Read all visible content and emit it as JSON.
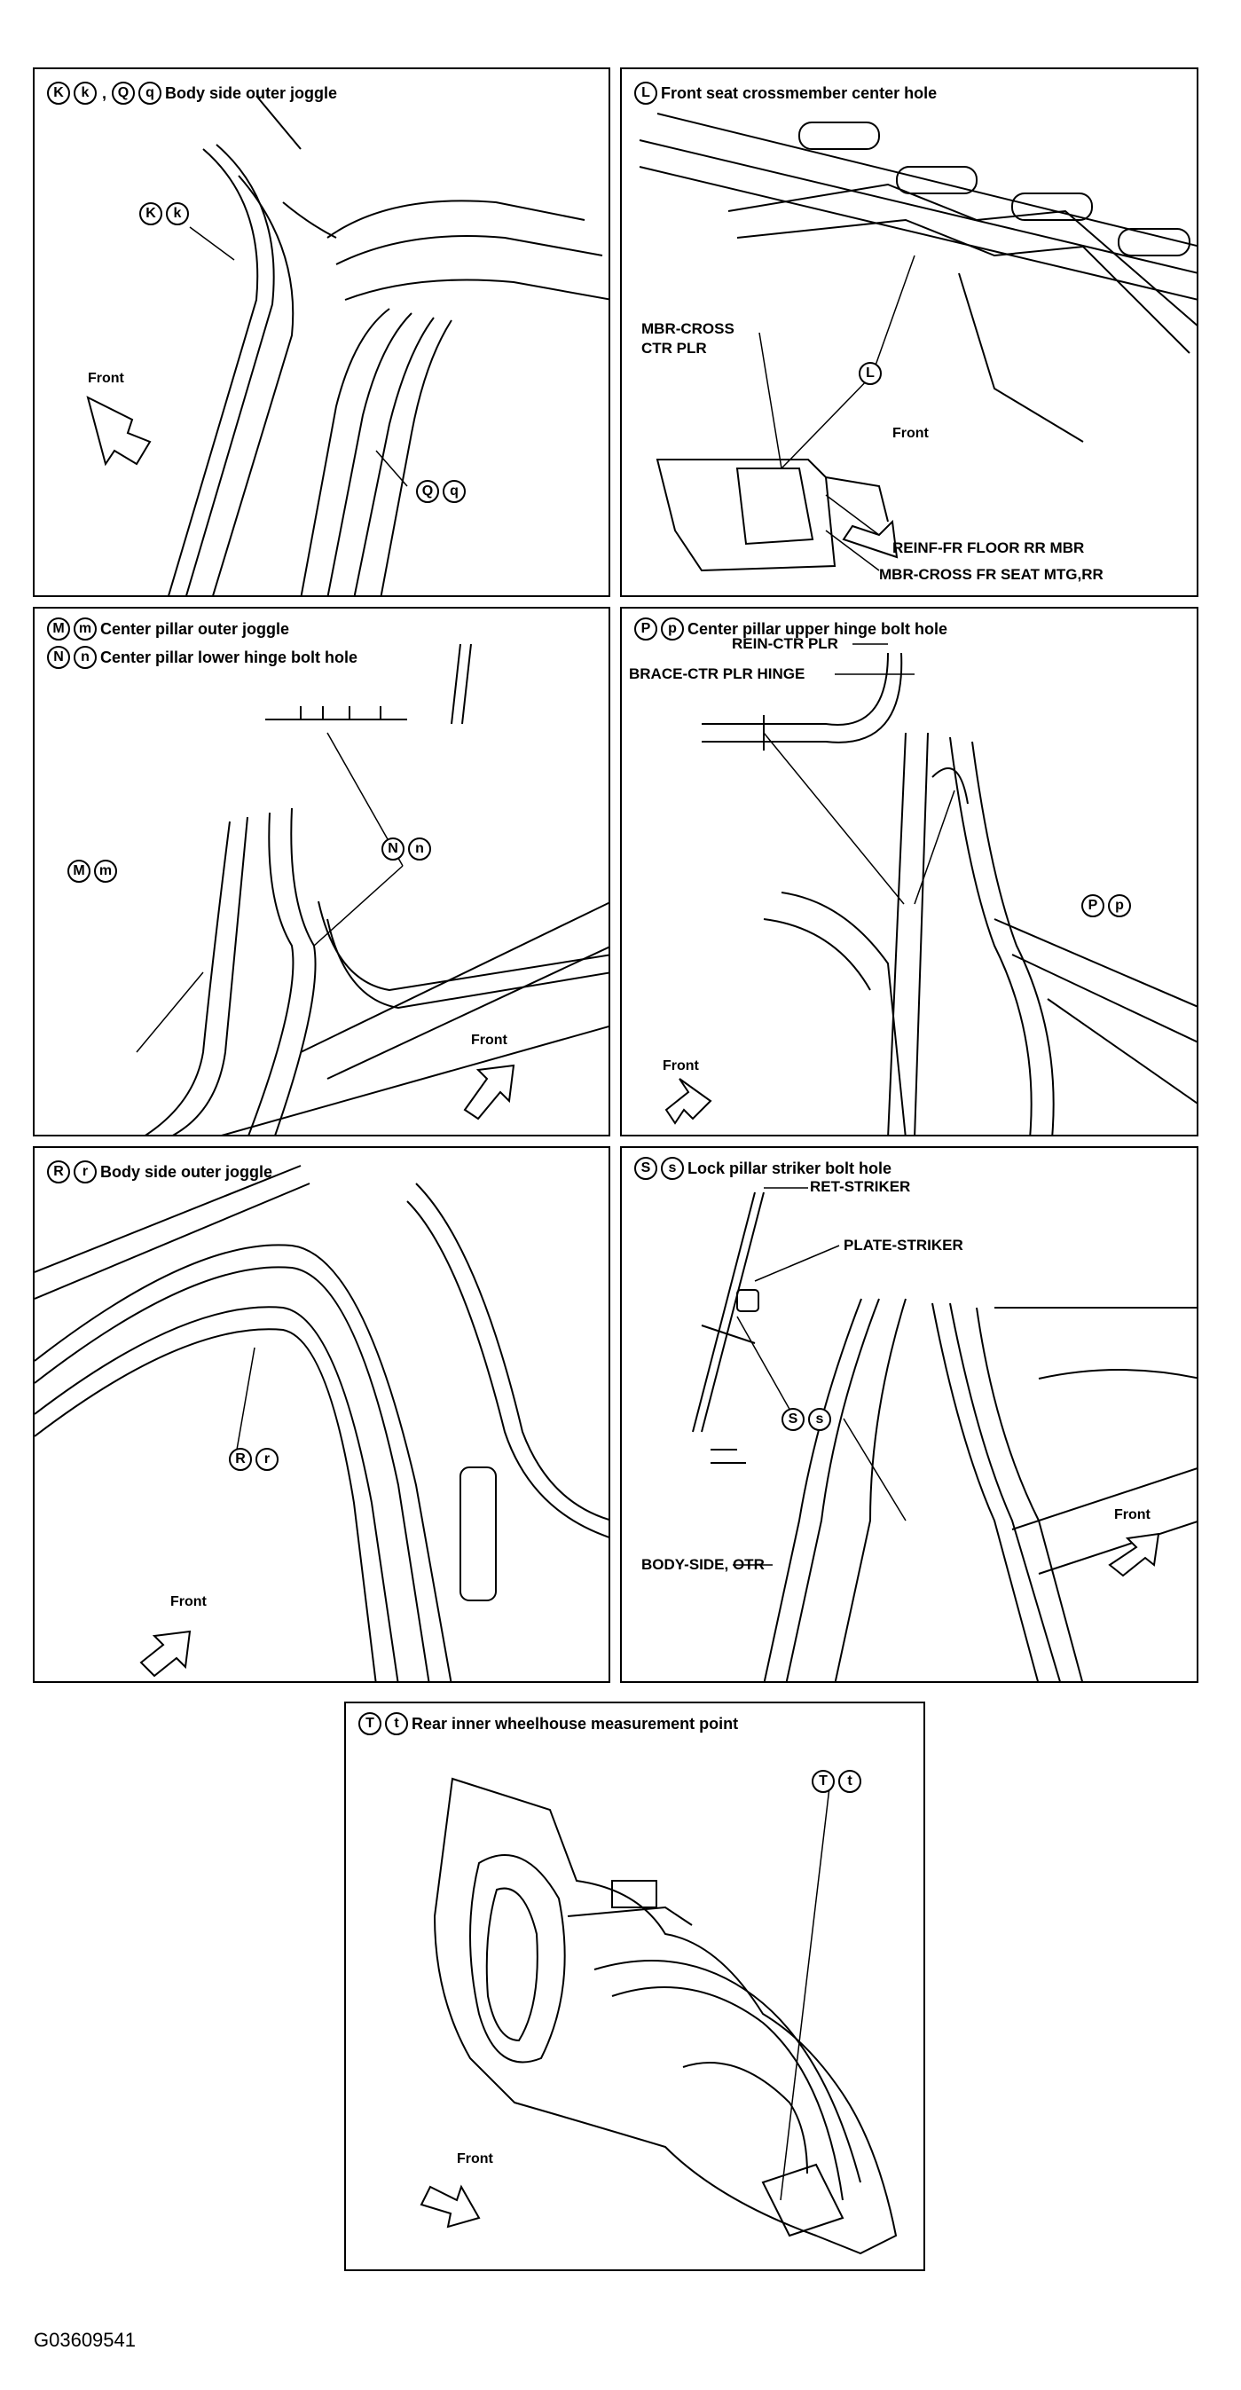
{
  "figure_code": "G03609541",
  "front_label": "Front",
  "panels": {
    "kq": {
      "badges": [
        "K",
        "k",
        "Q",
        "q"
      ],
      "separator": ",",
      "title": "Body side outer joggle",
      "callout_kk": [
        "K",
        "k"
      ],
      "callout_qq": [
        "Q",
        "q"
      ]
    },
    "l": {
      "badges": [
        "L"
      ],
      "title": "Front seat crossmember center hole",
      "labels": {
        "mbr_cross_ctr_plr": "MBR-CROSS\nCTR PLR",
        "reinf_fr_floor": "REINF-FR FLOOR RR MBR",
        "mbr_cross_fr_seat": "MBR-CROSS FR SEAT MTG,RR"
      },
      "callout": [
        "L"
      ]
    },
    "mn": {
      "badges_m": [
        "M",
        "m"
      ],
      "title_m": "Center pillar outer joggle",
      "badges_n": [
        "N",
        "n"
      ],
      "title_n": "Center pillar lower hinge bolt hole",
      "callout_mm": [
        "M",
        "m"
      ],
      "callout_nn": [
        "N",
        "n"
      ]
    },
    "p": {
      "badges": [
        "P",
        "p"
      ],
      "title": "Center pillar upper hinge bolt hole",
      "labels": {
        "rein_ctr_plr": "REIN-CTR PLR",
        "brace_ctr_plr_hinge": "BRACE-CTR PLR HINGE"
      },
      "callout": [
        "P",
        "p"
      ]
    },
    "r": {
      "badges": [
        "R",
        "r"
      ],
      "title": "Body side outer joggle",
      "callout": [
        "R",
        "r"
      ]
    },
    "s": {
      "badges": [
        "S",
        "s"
      ],
      "title": "Lock pillar striker bolt hole",
      "labels": {
        "ret_striker": "RET-STRIKER",
        "plate_striker": "PLATE-STRIKER",
        "body_side_otr": "BODY-SIDE, OTR"
      },
      "callout": [
        "S",
        "s"
      ]
    },
    "t": {
      "badges": [
        "T",
        "t"
      ],
      "title": "Rear inner wheelhouse measurement point",
      "callout": [
        "T",
        "t"
      ]
    }
  }
}
